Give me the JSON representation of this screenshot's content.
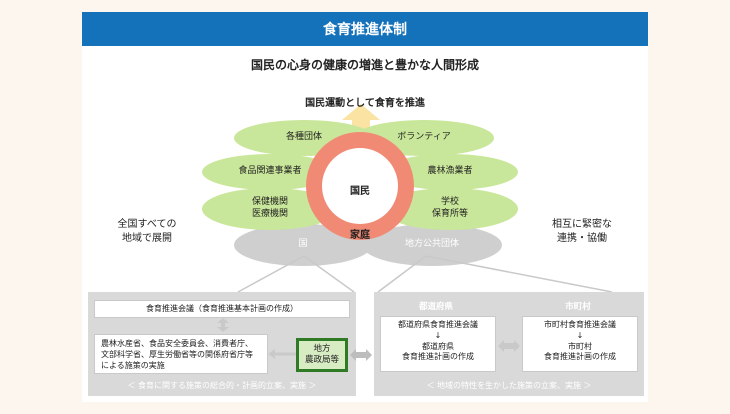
{
  "title": "食育推進体制",
  "goal": "国民の心身の健康の増進と豊かな人間形成",
  "movement": "国民運動として食育を推進",
  "left_note": [
    "全国すべての",
    "地域で展開"
  ],
  "right_note": [
    "相互に緊密な",
    "連携・協働"
  ],
  "ring": {
    "inner": "国民",
    "bottom": "家庭"
  },
  "petals_left": [
    "各種団体",
    "食品関連事業者",
    "保健機関\n医療機関"
  ],
  "petals_right": [
    "ボランティア",
    "農林漁業者",
    "学校\n保育所等"
  ],
  "base_left": "国",
  "base_right": "地方公共団体",
  "national_panel": {
    "council": "食育推進会議（食育推進基本計画の作成）",
    "ministries": "農林水産省、食品安全委員会、消費者庁、\n文部科学省、厚生労働省等の関係府省庁等\nによる施策の実施",
    "regional_office": "地方\n農政局等",
    "footer": "＜ 食育に関する施策の総合的・計画的立案、実施 ＞"
  },
  "local_panel": {
    "prefecture": {
      "header": "都道府県",
      "body": "都道府県食育推進会議\n↓\n都道府県\n食育推進計画の作成"
    },
    "municipality": {
      "header": "市町村",
      "body": "市町村食育推進会議\n↓\n市町村\n食育推進計画の作成"
    },
    "footer": "＜ 地域の特性を生かした施策の立案、実施 ＞"
  },
  "colors": {
    "title_bar": "#1472bb",
    "petal": "#c9e79a",
    "ring": "#f08a74",
    "arrow": "#fbe3a3",
    "panel": "#d9d9d9",
    "regional_office_border": "#2f7a25"
  }
}
